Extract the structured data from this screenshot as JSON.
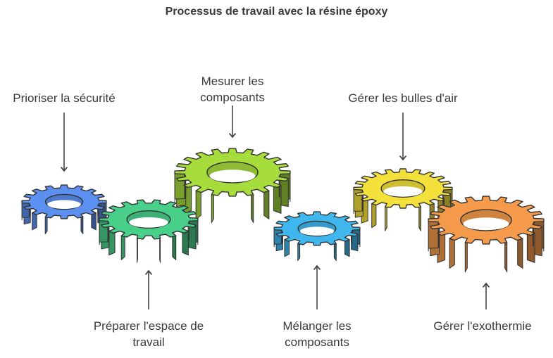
{
  "title": "Processus de travail avec la résine époxy",
  "steps": [
    {
      "label": "Prioriser la sécurité",
      "color": "#5b8ff0"
    },
    {
      "label": "Préparer l'espace de\ntravail",
      "color": "#48d08a"
    },
    {
      "label": "Mesurer les\ncomposants",
      "color": "#a6dc3c"
    },
    {
      "label": "Mélanger les\ncomposants",
      "color": "#3fb6ee"
    },
    {
      "label": "Gérer les bulles d'air",
      "color": "#f4e03a"
    },
    {
      "label": "Gérer l'exothermie",
      "color": "#f59a4a"
    }
  ]
}
